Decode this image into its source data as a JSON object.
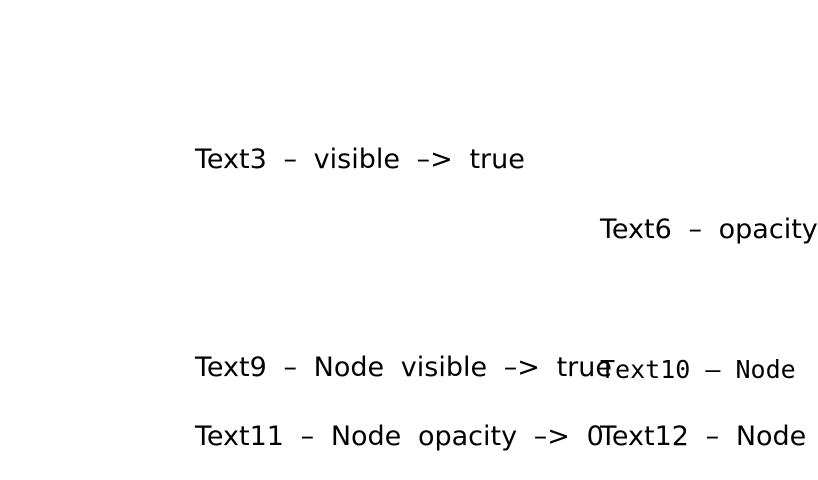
{
  "window": {
    "background_color": "#ffffff",
    "text_color": "#000000"
  },
  "text_elements": [
    {
      "name": "Text3",
      "content": "Text3 – visible –> true"
    },
    {
      "name": "Text6",
      "content": "Text6 – opacity"
    },
    {
      "name": "Text9",
      "content": "Text9 – Node visible –> true"
    },
    {
      "name": "Text10",
      "content": "Text10 – Node"
    },
    {
      "name": "Text11",
      "content": "Text11 – Node opacity –> 0"
    },
    {
      "name": "Text12",
      "content": "Text12 – Node"
    }
  ]
}
